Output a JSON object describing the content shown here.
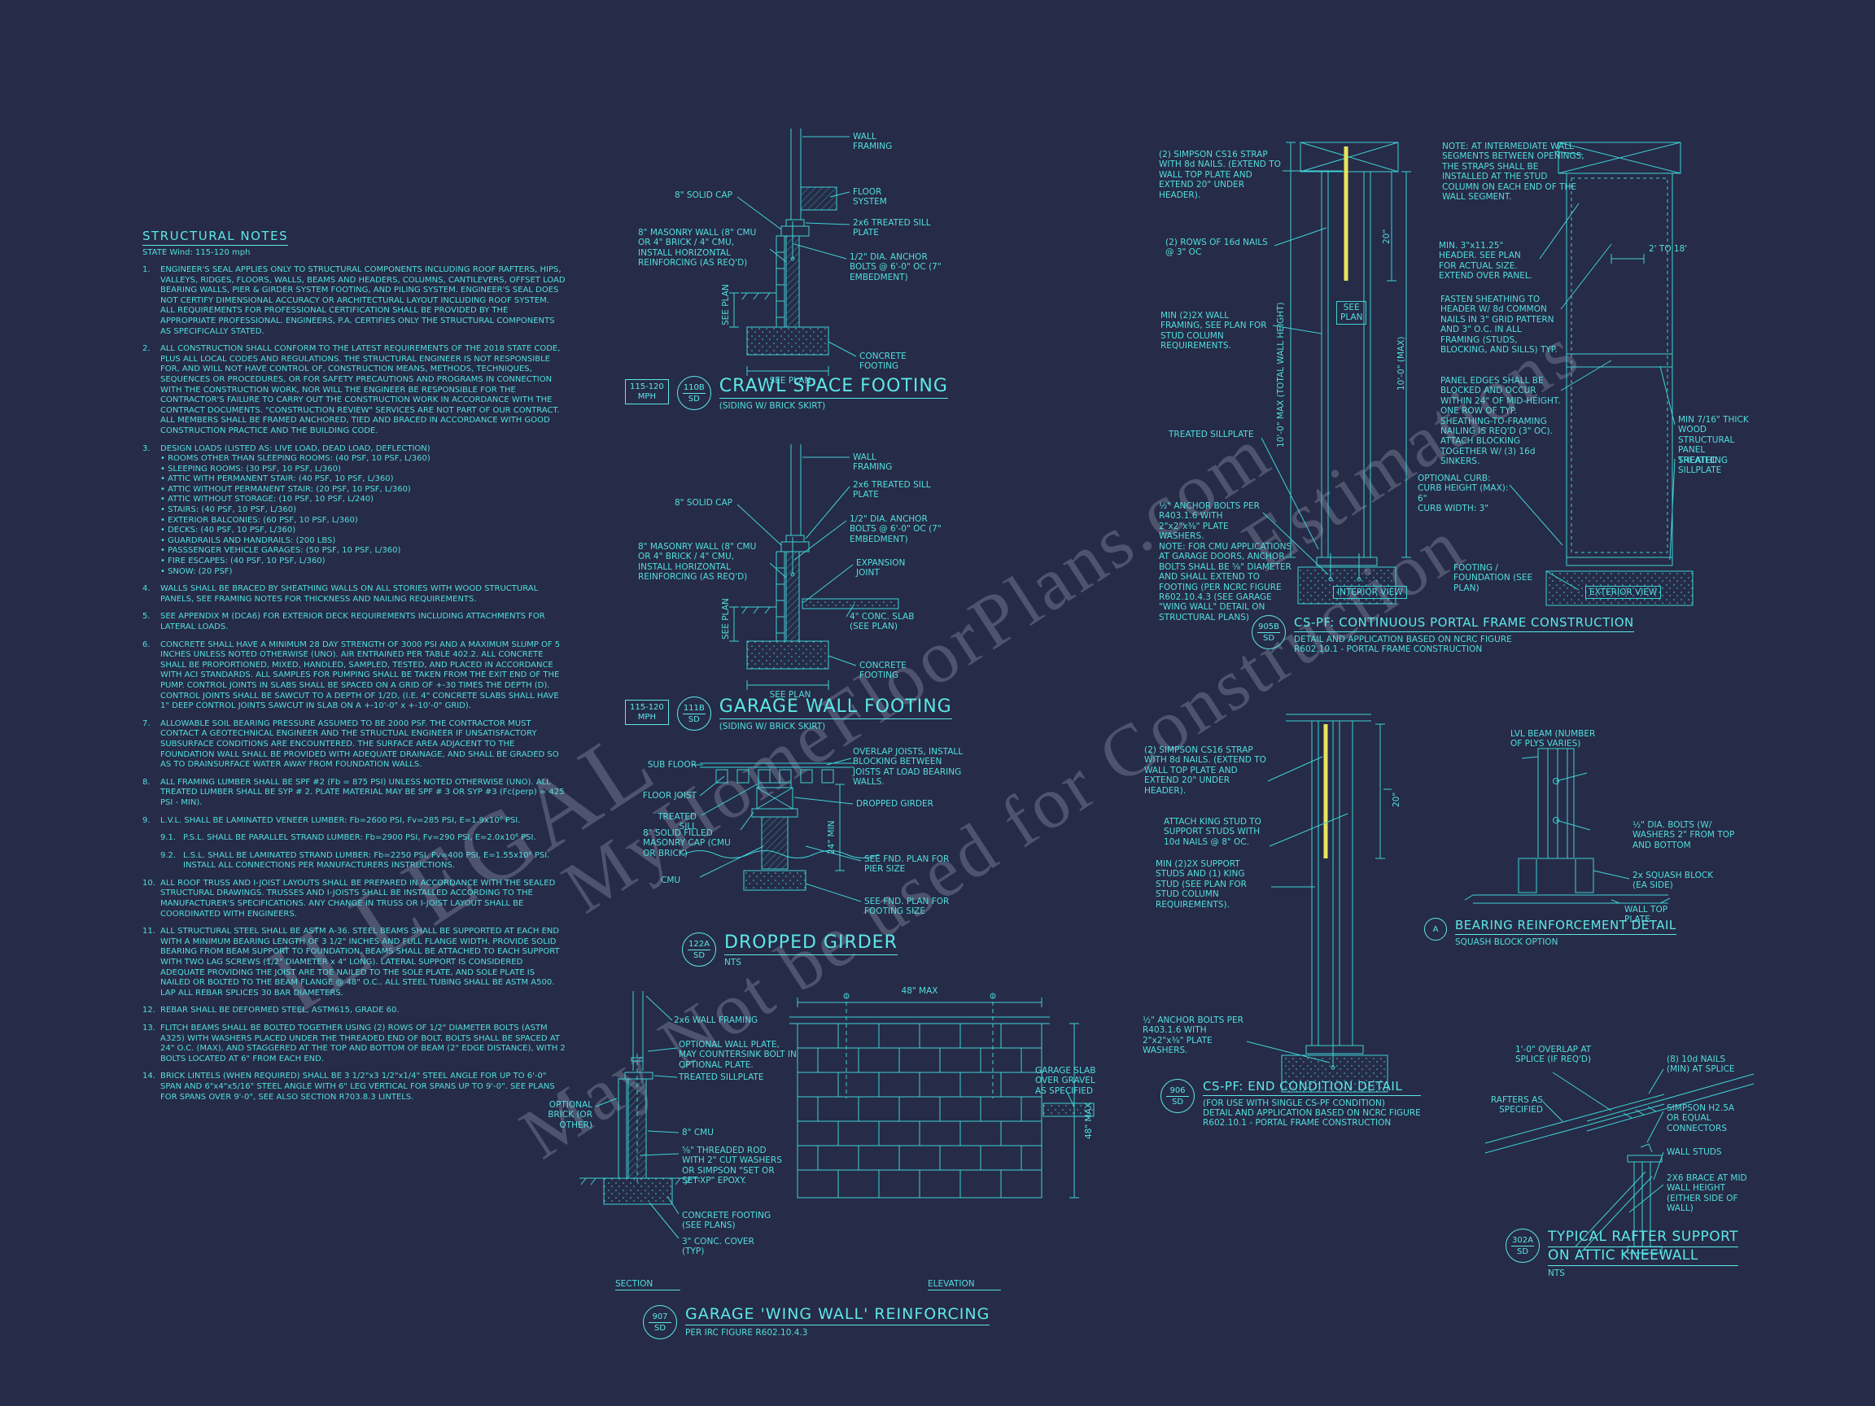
{
  "page": {
    "bg": "#262b47",
    "ink": "#3fd2d6",
    "accent": "#e8e45c"
  },
  "watermark": {
    "lines": [
      "ILLEGAL",
      "MyHomeFloorPlans.com",
      "May Not be used for Construction",
      "Estimations"
    ]
  },
  "structural_notes": {
    "title": "STRUCTURAL NOTES",
    "subtitle": "STATE Wind: 115-120 mph",
    "notes": [
      {
        "num": "1.",
        "text": "ENGINEER'S SEAL APPLIES ONLY TO STRUCTURAL COMPONENTS INCLUDING ROOF RAFTERS, HIPS, VALLEYS, RIDGES, FLOORS, WALLS, BEAMS AND HEADERS, COLUMNS, CANTILEVERS, OFFSET LOAD BEARING WALLS, PIER & GIRDER SYSTEM FOOTING, AND PILING SYSTEM.  ENGINEER'S SEAL DOES NOT CERTIFY DIMENSIONAL ACCURACY OR ARCHITECTURAL LAYOUT INCLUDING ROOF SYSTEM. ALL REQUIREMENTS FOR PROFESSIONAL CERTIFICATION SHALL BE PROVIDED BY THE APPROPRIATE PROFESSIONAL.  ENGINEERS, P.A. CERTIFIES ONLY THE STRUCTURAL COMPONENTS AS SPECIFICALLY STATED."
      },
      {
        "num": "2.",
        "text": "ALL CONSTRUCTION SHALL CONFORM TO THE LATEST REQUIREMENTS OF THE 2018 STATE CODE, PLUS ALL LOCAL CODES AND REGULATIONS. THE STRUCTURAL ENGINEER IS NOT RESPONSIBLE FOR, AND WILL NOT HAVE CONTROL OF, CONSTRUCTION MEANS, METHODS, TECHNIQUES, SEQUENCES OR PROCEDURES, OR FOR SAFETY PRECAUTIONS AND PROGRAMS IN CONNECTION WITH THE CONSTRUCTION WORK, NOR WILL THE ENGINEER BE RESPONSIBLE FOR THE CONTRACTOR'S FAILURE TO CARRY OUT THE CONSTRUCTION WORK IN ACCORDANCE WITH THE CONTRACT DOCUMENTS. \"CONSTRUCTION REVIEW\" SERVICES ARE NOT PART OF OUR CONTRACT. ALL MEMBERS SHALL BE FRAMED ANCHORED, TIED AND BRACED IN ACCORDANCE WITH GOOD CONSTRUCTION PRACTICE AND THE BUILDING CODE."
      },
      {
        "num": "3.",
        "text": "DESIGN LOADS (LISTED AS: LIVE LOAD, DEAD LOAD, DEFLECTION)\n•  ROOMS OTHER THAN SLEEPING ROOMS: (40 PSF, 10 PSF, L/360)\n•  SLEEPING ROOMS: (30 PSF, 10 PSF, L/360)\n•  ATTIC WITH PERMANENT STAIR: (40 PSF, 10 PSF, L/360)\n•  ATTIC WITHOUT PERMANENT STAIR: (20 PSF, 10 PSF, L/360)\n•  ATTIC WITHOUT STORAGE: (10 PSF, 10 PSF, L/240)\n•  STAIRS: (40 PSF, 10 PSF, L/360)\n•  EXTERIOR BALCONIES: (60 PSF, 10 PSF, L/360)\n•  DECKS: (40 PSF, 10 PSF, L/360)\n•  GUARDRAILS AND HANDRAILS: (200 LBS)\n•  PASSSENGER VEHICLE GARAGES: (50 PSF, 10 PSF, L/360)\n•  FIRE ESCAPES: (40 PSF, 10 PSF, L/360)\n•  SNOW: (20 PSF)"
      },
      {
        "num": "4.",
        "text": "WALLS SHALL BE BRACED BY SHEATHING WALLS ON ALL STORIES WITH WOOD STRUCTURAL PANELS, SEE FRAMING NOTES FOR THICKNESS AND NAILING REQUIREMENTS."
      },
      {
        "num": "5.",
        "text": "SEE APPENDIX M (DCA6) FOR EXTERIOR DECK REQUIREMENTS INCLUDING ATTACHMENTS FOR LATERAL LOADS."
      },
      {
        "num": "6.",
        "text": "CONCRETE SHALL HAVE A MINIMUM 28 DAY STRENGTH OF 3000 PSI AND A MAXIMUM SLUMP OF 5 INCHES UNLESS NOTED OTHERWISE (UNO). AIR ENTRAINED PER TABLE 402.2. ALL CONCRETE SHALL BE PROPORTIONED, MIXED, HANDLED, SAMPLED, TESTED, AND PLACED IN ACCORDANCE WITH ACI STANDARDS. ALL SAMPLES FOR PUMPING SHALL BE TAKEN FROM THE EXIT END OF THE PUMP. CONTROL JOINTS IN SLABS SHALL BE SPACED ON A GRID OF +-30 TIMES THE DEPTH (D). CONTROL JOINTS SHALL BE SAWCUT TO A DEPTH OF 1/2D, (I.E. 4\" CONCRETE SLABS SHALL HAVE 1\" DEEP CONTROL JOINTS SAWCUT IN SLAB ON A +-10'-0\" x +-10'-0\" GRID)."
      },
      {
        "num": "7.",
        "text": "ALLOWABLE SOIL BEARING PRESSURE ASSUMED TO BE 2000 PSF. THE CONTRACTOR MUST CONTACT A GEOTECHNICAL ENGINEER AND THE STRUCTUAL ENGINEER IF UNSATISFACTORY SUBSURFACE CONDITIONS ARE ENCOUNTERED. THE SURFACE AREA ADJACENT TO THE FOUNDATION WALL SHALL BE PROVIDED WITH ADEQUATE DRAINAGE, AND SHALL BE GRADED SO AS TO DRAINSURFACE WATER AWAY FROM FOUNDATION WALLS."
      },
      {
        "num": "8.",
        "text": "ALL FRAMING LUMBER SHALL BE SPF #2 (Fb = 875 PSI) UNLESS NOTED OTHERWISE (UNO). ALL TREATED LUMBER SHALL BE SYP # 2. PLATE MATERIAL MAY BE SPF # 3 OR SYP #3 (Fc(perp) = 425 PSI - MIN)."
      },
      {
        "num": "9.",
        "text": "L.V.L.  SHALL BE LAMINATED VENEER LUMBER: Fb=2600 PSI, Fv=285 PSI, E=1.9x10⁶ PSI."
      },
      {
        "num": "9.1.",
        "text": "P.S.L.  SHALL BE PARALLEL STRAND LUMBER: Fb=2900 PSI, Fv=290 PSI, E=2.0x10⁶ PSI."
      },
      {
        "num": "9.2.",
        "text": "L.S.L.  SHALL BE LAMINATED STRAND LUMBER: Fb=2250 PSI, Fv=400 PSI, E=1.55x10⁶ PSI.\nINSTALL ALL CONNECTIONS PER MANUFACTURERS INSTRUCTIONS."
      },
      {
        "num": "10.",
        "text": "ALL ROOF TRUSS AND I-JOIST LAYOUTS SHALL BE PREPARED IN ACCORDANCE WITH THE SEALED STRUCTURAL DRAWINGS. TRUSSES AND I-JOISTS SHALL BE INSTALLED ACCORDING TO THE MANUFACTURER'S SPECIFICATIONS. ANY CHANGE IN TRUSS OR I-JOIST LAYOUT SHALL BE COORDINATED WITH  ENGINEERS."
      },
      {
        "num": "11.",
        "text": "ALL STRUCTURAL STEEL SHALL BE ASTM A-36. STEEL BEAMS SHALL BE SUPPORTED AT EACH END WITH A MINIMUM BEARING LENGTH OF 3 1/2\" INCHES AND FULL FLANGE WIDTH. PROVIDE SOLID BEARING FROM BEAM SUPPORT TO FOUNDATION.  BEAMS SHALL BE ATTACHED TO EACH SUPPORT WITH TWO LAG SCREWS (1/2\" DIAMETER x 4\" LONG). LATERAL SUPPORT IS CONSIDERED ADEQUATE PROVIDING THE JOIST ARE TOE NAILED TO THE SOLE PLATE, AND SOLE PLATE IS NAILED OR BOLTED TO THE BEAM FLANGE @ 48\" O.C.. ALL STEEL TUBING SHALL BE ASTM A500. LAP ALL REBAR SPLICES 30 BAR DIAMETERS."
      },
      {
        "num": "12.",
        "text": "REBAR SHALL BE DEFORMED STEEL, ASTM615, GRADE 60."
      },
      {
        "num": "13.",
        "text": "FLITCH BEAMS SHALL BE BOLTED TOGETHER USING (2) ROWS OF 1/2\" DIAMETER BOLTS (ASTM A325) WITH WASHERS PLACED UNDER THE THREADED END OF BOLT. BOLTS SHALL BE SPACED AT 24\" O.C. (MAX), AND STAGGERED AT THE TOP AND BOTTOM OF BEAM (2\" EDGE DISTANCE), WITH 2 BOLTS LOCATED AT 6\" FROM EACH END."
      },
      {
        "num": "14.",
        "text": "BRICK LINTELS (WHEN REQUIRED) SHALL BE 3 1/2\"x3 1/2\"x1/4\" STEEL ANGLE FOR UP TO 6'-0\" SPAN AND 6\"x4\"x5/16\" STEEL ANGLE WITH 6\" LEG VERTICAL FOR SPANS UP TO 9'-0\". SEE PLANS FOR SPANS OVER 9'-0\", SEE ALSO SECTION R703.8.3 LINTELS."
      }
    ]
  },
  "details": {
    "crawl": {
      "wind": "115-120\nMPH",
      "badge": "110B",
      "badge_sub": "SD",
      "title": "CRAWL SPACE FOOTING",
      "subtitle": "(SIDING W/ BRICK SKIRT)",
      "labels": {
        "wall_framing": "WALL FRAMING",
        "floor_system": "FLOOR SYSTEM",
        "solid_cap": "8\" SOLID CAP",
        "sill": "2x6 TREATED SILL PLATE",
        "masonry": "8\" MASONRY WALL (8\" CMU OR 4\" BRICK / 4\" CMU, INSTALL HORIZONTAL REINFORCING (AS REQ'D)",
        "anchors": "1/2\" DIA. ANCHOR BOLTS @ 6'-0\" OC (7\" EMBEDMENT)",
        "footing": "CONCRETE FOOTING",
        "see_plan": "SEE PLAN",
        "see_plan_v": "SEE PLAN"
      }
    },
    "garage_footing": {
      "wind": "115-120\nMPH",
      "badge": "111B",
      "badge_sub": "SD",
      "title": "GARAGE WALL FOOTING",
      "subtitle": "(SIDING W/ BRICK SKIRT)",
      "labels": {
        "wall_framing": "WALL FRAMING",
        "sill": "2x6 TREATED SILL PLATE",
        "solid_cap": "8\" SOLID CAP",
        "anchors": "1/2\" DIA. ANCHOR BOLTS @ 6'-0\" OC (7\" EMBEDMENT)",
        "masonry": "8\" MASONRY WALL (8\" CMU OR 4\" BRICK / 4\" CMU, INSTALL HORIZONTAL REINFORCING (AS REQ'D)",
        "expansion": "EXPANSION JOINT",
        "slab": "4\" CONC. SLAB (SEE PLAN)",
        "footing": "CONCRETE FOOTING",
        "see_plan": "SEE PLAN",
        "see_plan_v": "SEE PLAN"
      }
    },
    "dropped_girder": {
      "badge": "122A",
      "badge_sub": "SD",
      "title": "DROPPED GIRDER",
      "scale": "NTS",
      "labels": {
        "sub_floor": "SUB FLOOR",
        "overlap": "OVERLAP JOISTS, INSTALL BLOCKING BETWEEN JOISTS AT LOAD BEARING WALLS.",
        "floor_joist": "FLOOR JOIST",
        "treated_sill": "TREATED SILL",
        "dropped_girder": "DROPPED GIRDER",
        "masonry_cap": "8\" SOLID FILLED MASONRY CAP (CMU OR BRICK)",
        "cmu": "CMU",
        "dim24": "24\" MIN",
        "pier": "SEE FND. PLAN FOR PIER SIZE",
        "footing": "SEE FND. PLAN FOR FOOTING SIZE"
      }
    },
    "wing_wall": {
      "badge": "907",
      "badge_sub": "SD",
      "title": "GARAGE 'WING WALL' REINFORCING",
      "subtitle": "PER IRC FIGURE R602.10.4.3",
      "labels": {
        "wall_framing": "2x6 WALL FRAMING",
        "optional_plate": "OPTIONAL WALL PLATE, MAY COUNTERSINK BOLT IN OPTIONAL PLATE.",
        "treated_sillplate": "TREATED SILLPLATE",
        "optional_brick": "OPTIONAL BRICK (OR OTHER)",
        "cmu": "8\" CMU",
        "threaded_rod": "⅝\" THREADED ROD WITH 2\" CUT WASHERS OR SIMPSON \"SET OR SET-XP\" EPOXY.",
        "concrete_footing": "CONCRETE FOOTING (SEE PLANS)",
        "conc_cover": "3\" CONC. COVER (TYP)",
        "dim48_top": "48\" MAX",
        "dim48_right": "48\" MAX",
        "garage_slab": "GARAGE SLAB OVER GRAVEL AS SPECIFIED",
        "section": "SECTION",
        "elevation": "ELEVATION"
      }
    },
    "portal_frame": {
      "badge": "905B",
      "badge_sub": "SD",
      "title": "CS-PF: CONTINUOUS PORTAL FRAME CONSTRUCTION",
      "sub1": "DETAIL AND APPLICATION BASED ON NCRC FIGURE",
      "sub2": "R602.10.1 - PORTAL FRAME CONSTRUCTION",
      "labels": {
        "strap": "(2) SIMPSON CS16 STRAP WITH 8d NAILS. (EXTEND TO WALL TOP PLATE AND EXTEND 20\" UNDER HEADER).",
        "nail_rows": "(2) ROWS OF 16d NAILS @ 3\" OC",
        "wall_framing": "MIN (2)2X WALL FRAMING, SEE PLAN FOR STUD COLUMN REQUIREMENTS.",
        "see_plan": "SEE\nPLAN",
        "sill_l": "TREATED SILLPLATE",
        "anchor_bolts": "½\" ANCHOR BOLTS PER R403.1.6 WITH 2\"x2\"x⅜\" PLATE WASHERS.",
        "cmu_note": "NOTE: FOR CMU APPLICATIONS AT GARAGE DOORS, ANCHOR BOLTS SHALL BE ⅝\" DIAMETER AND SHALL EXTEND TO FOOTING (PER NCRC FIGURE R602.10.4.3 (SEE GARAGE \"WING WALL\" DETAIL ON STRUCTURAL PLANS)",
        "interior_view": "INTERIOR VIEW",
        "note_intermediate": "NOTE: AT INTERMEDIATE WALL SEGMENTS BETWEEN OPENINGS, THE STRAPS SHALL BE INSTALLED AT THE STUD COLUMN ON EACH END OF THE WALL SEGMENT.",
        "header_min": "MIN. 3\"x11.25\" HEADER. SEE PLAN FOR ACTUAL SIZE. EXTEND OVER PANEL.",
        "dim_span": "2' TO 18'",
        "fasten": "FASTEN SHEATHING TO HEADER W/ 8d COMMON NAILS IN 3\" GRID PATTERN AND 3\" O.C. IN ALL FRAMING (STUDS, BLOCKING, AND SILLS) TYP.",
        "panel_edges": "PANEL EDGES SHALL BE BLOCKED AND OCCUR WITHIN 24\" OF MID-HEIGHT. ONE ROW OF TYP. SHEATHING-TO-FRAMING NAILING IS REQ'D (3\" OC). ATTACH BLOCKING TOGETHER W/ (3) 16d SINKERS.",
        "sheathing_min": "MIN 7/16\" THICK WOOD STRUCTURAL PANEL SHEATHING",
        "sill_r": "TREATED SILLPLATE",
        "optional_curb": "OPTIONAL CURB:\nCURB HEIGHT (MAX): 6\"\nCURB WIDTH: 3\"",
        "footing_found": "FOOTING / FOUNDATION (SEE PLAN)",
        "exterior_view": "EXTERIOR VIEW",
        "dim_20": "20\"",
        "dim_wall_height": "10'-0\" MAX (TOTAL WALL HEIGHT)",
        "dim_10_max": "10'-0\" (MAX)"
      }
    },
    "end_condition": {
      "badge": "906",
      "badge_sub": "SD",
      "title": "CS-PF: END CONDITION DETAIL",
      "sub0": "(FOR USE WITH SINGLE CS-PF CONDITION)",
      "sub1": "DETAIL AND APPLICATION BASED ON NCRC FIGURE",
      "sub2": "R602.10.1 - PORTAL FRAME CONSTRUCTION",
      "labels": {
        "strap": "(2) SIMPSON CS16 STRAP WITH 8d NAILS. (EXTEND TO WALL TOP PLATE AND EXTEND 20\" UNDER HEADER).",
        "dim_20": "20\"",
        "attach_king": "ATTACH KING STUD TO SUPPORT STUDS WITH 10d NAILS @ 8\" OC.",
        "support_studs": "MIN (2)2X SUPPORT STUDS AND (1) KING STUD (SEE PLAN FOR STUD COLUMN REQUIREMENTS).",
        "anchor_bolts": "½\" ANCHOR BOLTS PER R403.1.6 WITH 2\"x2\"x⅜\" PLATE WASHERS."
      }
    },
    "bearing": {
      "badge": "A",
      "badge_sub": "",
      "title": "BEARING REINFORCEMENT DETAIL",
      "subtitle": "SQUASH BLOCK OPTION",
      "labels": {
        "lvl_beam": "LVL BEAM (NUMBER OF PLYS VARIES)",
        "bolts": "½\" DIA. BOLTS (W/ WASHERS 2\" FROM TOP AND BOTTOM",
        "squash": "2x SQUASH BLOCK (EA SIDE)",
        "top_plate": "WALL TOP\nPLATE"
      }
    },
    "rafter": {
      "badge": "302A",
      "badge_sub": "SD",
      "title1": "TYPICAL RAFTER SUPPORT",
      "title2": "ON ATTIC KNEEWALL",
      "scale": "NTS",
      "labels": {
        "overlap": "1'-0\" OVERLAP AT SPLICE (IF REQ'D)",
        "nails": "(8) 10d NAILS (MIN) AT SPLICE",
        "rafters": "RAFTERS AS SPECIFIED",
        "connectors": "SIMPSON H2.5A OR EQUAL CONNECTORS",
        "wall_studs": "WALL STUDS",
        "brace": "2X6 BRACE AT MID WALL HEIGHT (EITHER SIDE OF WALL)"
      }
    }
  }
}
